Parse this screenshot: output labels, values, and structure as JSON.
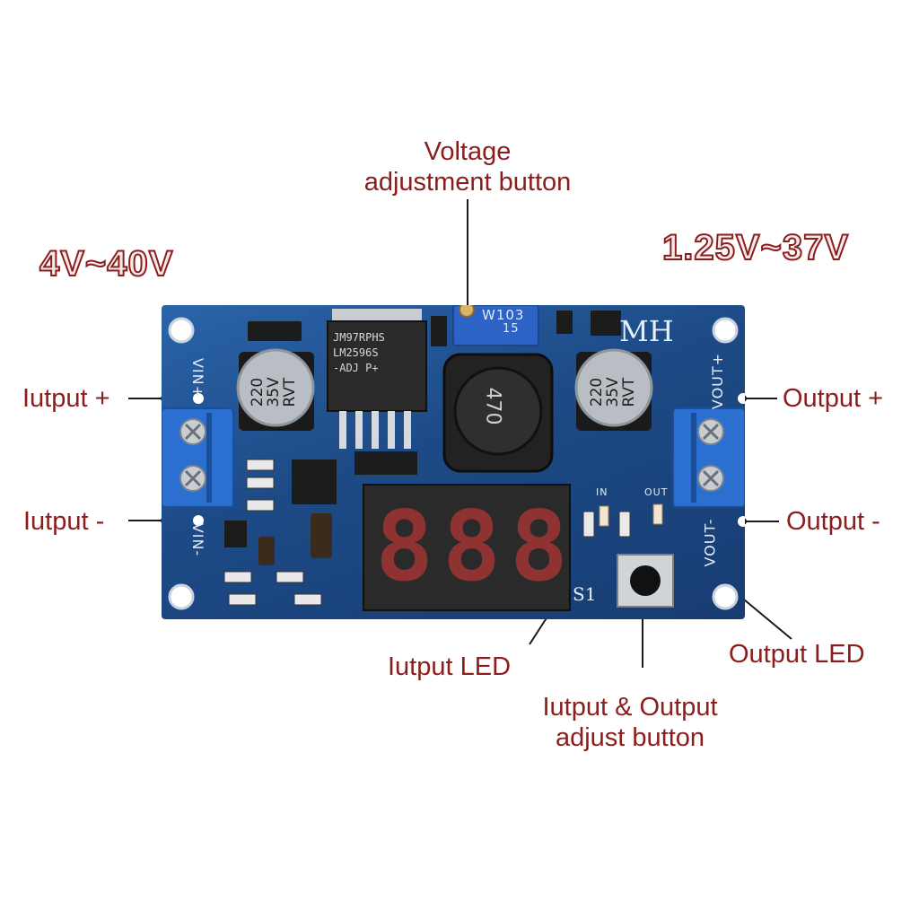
{
  "labels": {
    "voltage_adjust": [
      "Voltage",
      "adjustment button"
    ],
    "input_range": "4V~40V",
    "output_range": "1.25V~37V",
    "input_plus": "Iutput +",
    "input_minus": "Iutput -",
    "output_plus": "Output +",
    "output_minus": "Output -",
    "input_led": "Iutput LED",
    "output_led": "Output LED",
    "adjust_button": [
      "Iutput & Output",
      "adjust button"
    ]
  },
  "board": {
    "brand": "MH",
    "pot_marking": "W103",
    "pot_marking_2": "15",
    "regulator_marking": [
      "JM97RPHS",
      "LM2596S",
      "-ADJ  P+"
    ],
    "cap_marking": [
      "220",
      "35V",
      "RVT"
    ],
    "inductor_marking": "470",
    "vin_plus": "VIN+",
    "vin_minus": "VIN-",
    "vout_plus": "VOUT+",
    "vout_minus": "VOUT-",
    "led_in": "IN",
    "led_out": "OUT",
    "switch_label": "S1",
    "display_digits": "888"
  },
  "colors": {
    "label_red": "#8c1d1d",
    "pcb_blue": "#1f4f8e",
    "terminal_blue": "#2b6fd1",
    "display_red": "#e23a3a"
  }
}
